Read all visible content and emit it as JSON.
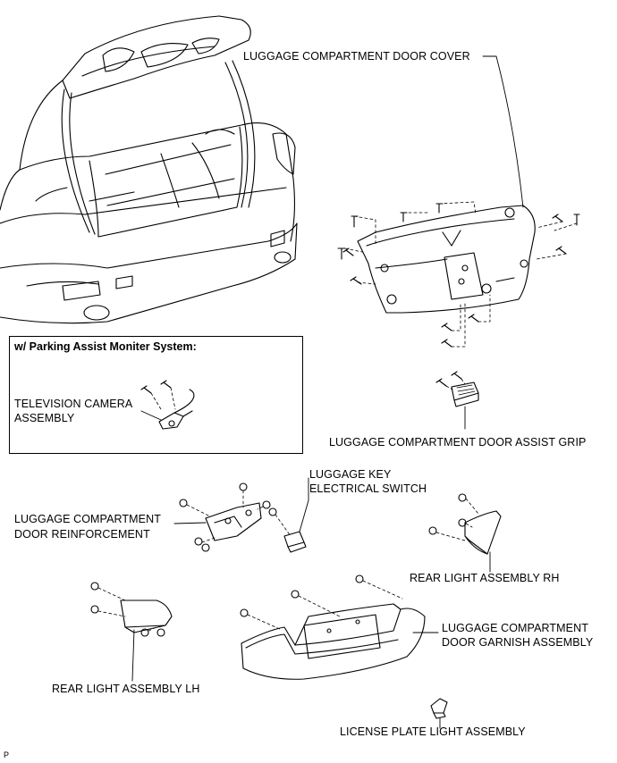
{
  "labels": {
    "door_cover": "LUGGAGE COMPARTMENT DOOR COVER",
    "assist_grip": "LUGGAGE COMPARTMENT DOOR ASSIST GRIP",
    "key_switch_1": "LUGGAGE KEY",
    "key_switch_2": "ELECTRICAL SWITCH",
    "reinforcement_1": "LUGGAGE COMPARTMENT",
    "reinforcement_2": "DOOR REINFORCEMENT",
    "rear_light_rh": "REAR LIGHT ASSEMBLY RH",
    "rear_light_lh": "REAR LIGHT ASSEMBLY LH",
    "garnish_1": "LUGGAGE COMPARTMENT",
    "garnish_2": "DOOR GARNISH ASSEMBLY",
    "license_light": "LICENSE PLATE LIGHT ASSEMBLY",
    "camera_1": "TELEVISION CAMERA",
    "camera_2": "ASSEMBLY"
  },
  "inset": {
    "title": "w/ Parking Assist Moniter System:"
  },
  "corner_mark": "P"
}
